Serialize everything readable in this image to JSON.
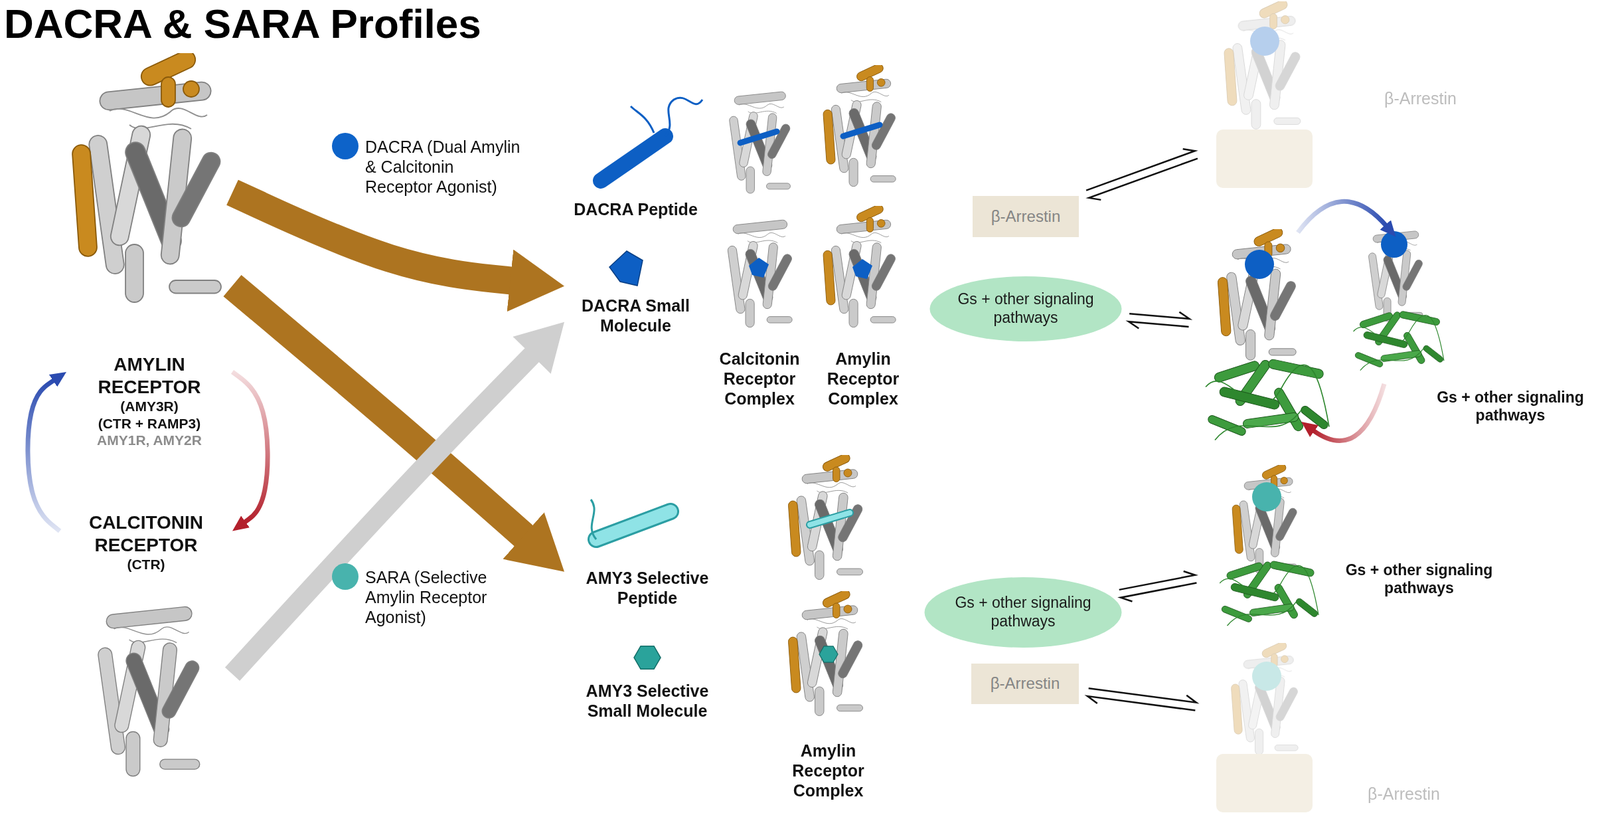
{
  "diagram": {
    "title": "DACRA & SARA Profiles",
    "nodes": [
      {
        "text": [
          "AMYLIN RECEPTOR",
          "(AMY3R)",
          "(CTR + RAMP3)",
          "AMY1R, AMY2R"
        ]
      },
      {
        "text": [
          "CALCITONIN RECEPTOR",
          "(CTR)"
        ]
      },
      {
        "text": [
          "DACRA Peptide"
        ]
      },
      {
        "text": [
          "DACRA Small Molecule"
        ]
      },
      {
        "text": [
          "Calcitonin Receptor Complex"
        ]
      },
      {
        "text": [
          "Amylin Receptor Complex"
        ]
      },
      {
        "text": [
          "β-Arrestin"
        ]
      },
      {
        "text": [
          "Gs + other signaling pathways"
        ]
      },
      {
        "text": [
          "β-Arrestin"
        ]
      },
      {
        "text": [
          "Gs + other signaling pathways"
        ]
      },
      {
        "text": [
          "AMY3 Selective Peptide"
        ]
      },
      {
        "text": [
          "AMY3 Selective Small Molecule"
        ]
      },
      {
        "text": [
          "Amylin Receptor Complex"
        ]
      },
      {
        "text": [
          "Gs + other signaling pathways"
        ]
      },
      {
        "text": [
          "β-Arrestin"
        ]
      },
      {
        "text": [
          "Gs + other signaling pathways"
        ]
      },
      {
        "text": [
          "β-Arrestin"
        ]
      }
    ],
    "edges": [
      {
        "from": 0,
        "to": 3,
        "arrow": "to"
      },
      {
        "from": 0,
        "to": 10,
        "arrow": "to"
      },
      {
        "from": 1,
        "to": 3,
        "arrow": "to"
      },
      {
        "from": 1,
        "to": 0,
        "arrow": "to"
      },
      {
        "from": 0,
        "to": 1,
        "arrow": "to"
      },
      {
        "from": 6,
        "to": 8,
        "arrow": "both"
      },
      {
        "from": 7,
        "to": 9,
        "arrow": "both"
      },
      {
        "from": 13,
        "to": 15,
        "arrow": "both"
      },
      {
        "from": 14,
        "to": 16,
        "arrow": "both"
      }
    ],
    "legend": [
      {
        "text": "DACRA (Dual Amylin & Calcitonin Receptor Agonist)",
        "color": "#0d63c9"
      },
      {
        "text": "SARA (Selective Amylin Receptor Agonist)",
        "color": "#48b3ad"
      }
    ]
  }
}
